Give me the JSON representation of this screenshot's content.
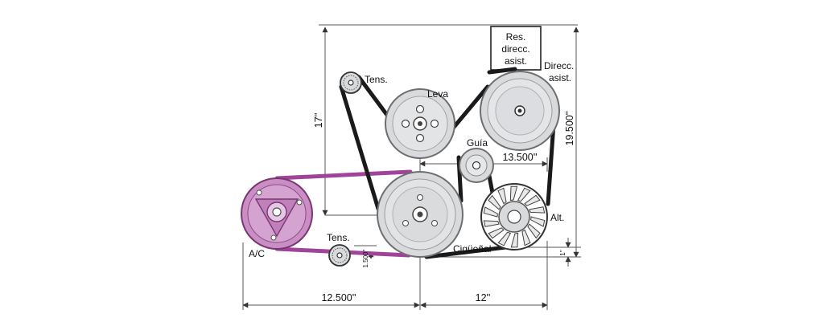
{
  "labels": {
    "reservoir": [
      "Res.",
      "direcc.",
      "asist."
    ],
    "power_steering": [
      "Direcc.",
      "asist."
    ],
    "tensioner_top": "Tens.",
    "cam": "Leva",
    "idler": "Guía",
    "alternator": "Alt.",
    "ac": "A/C",
    "tensioner_bottom": "Tens.",
    "crankshaft": "Cigüeñal"
  },
  "dimensions": {
    "vertical_17": "17''",
    "vertical_19_5": "19.500''",
    "horizontal_13_5": "13.500''",
    "horizontal_12_5": "12.500''",
    "horizontal_12": "12''",
    "offset_1": "1''",
    "offset_1_5": "1.500''"
  },
  "colors": {
    "belt_main": "#1a1a1a",
    "belt_ac": "#a2439a",
    "ac_fill": "#c98fc4",
    "pulley_fill": "#d9dadc",
    "pulley_ring": "#6d6e71",
    "dim_line": "#555555"
  }
}
